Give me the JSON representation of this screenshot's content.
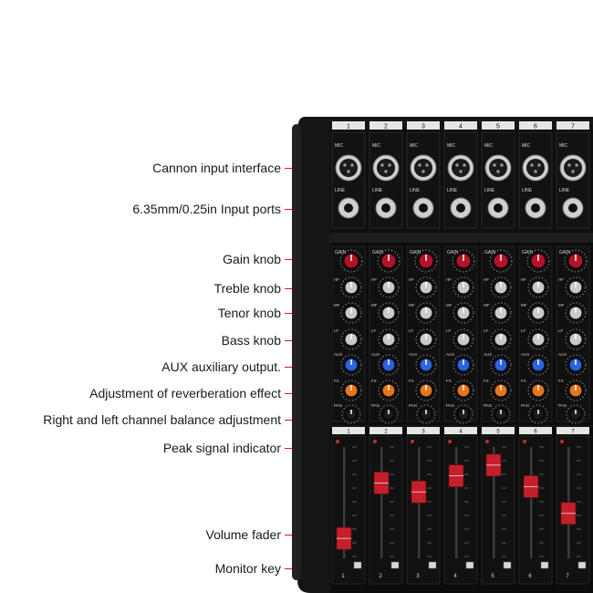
{
  "callouts": [
    {
      "id": "cannon",
      "text": "Cannon input interface"
    },
    {
      "id": "jack",
      "text": "6.35mm/0.25in Input ports"
    },
    {
      "id": "gain",
      "text": "Gain knob"
    },
    {
      "id": "treble",
      "text": "Treble knob"
    },
    {
      "id": "tenor",
      "text": "Tenor knob"
    },
    {
      "id": "bass",
      "text": "Bass knob"
    },
    {
      "id": "aux",
      "text": "AUX auxiliary output."
    },
    {
      "id": "reverb",
      "text": "Adjustment of reverberation effect"
    },
    {
      "id": "pan",
      "text": "Right and left channel balance adjustment"
    },
    {
      "id": "peak",
      "text": "Peak signal indicator"
    },
    {
      "id": "fader",
      "text": "Volume fader"
    },
    {
      "id": "monitor",
      "text": "Monitor key"
    }
  ],
  "mixer": {
    "channels": [
      "1",
      "2",
      "3",
      "4",
      "5",
      "6",
      "7"
    ],
    "input_labels": {
      "mic": "MIC",
      "line": "LINE"
    },
    "knob_labels": {
      "gain": "GAIN",
      "hf": "HF",
      "mf": "MF",
      "lf": "LF",
      "aux": "AUX",
      "fx": "FX",
      "pan": "PAN"
    },
    "fader_levels": [
      0.1,
      0.72,
      0.62,
      0.8,
      0.92,
      0.68,
      0.38
    ],
    "colors": {
      "body": "#151515",
      "panel": "#0c0c0c",
      "gain": "#b3122a",
      "aux": "#2a63e0",
      "fx": "#e8751a",
      "eq": "#c9c9c9",
      "fader": "#c4202b",
      "leader": "#d21e1e"
    }
  }
}
